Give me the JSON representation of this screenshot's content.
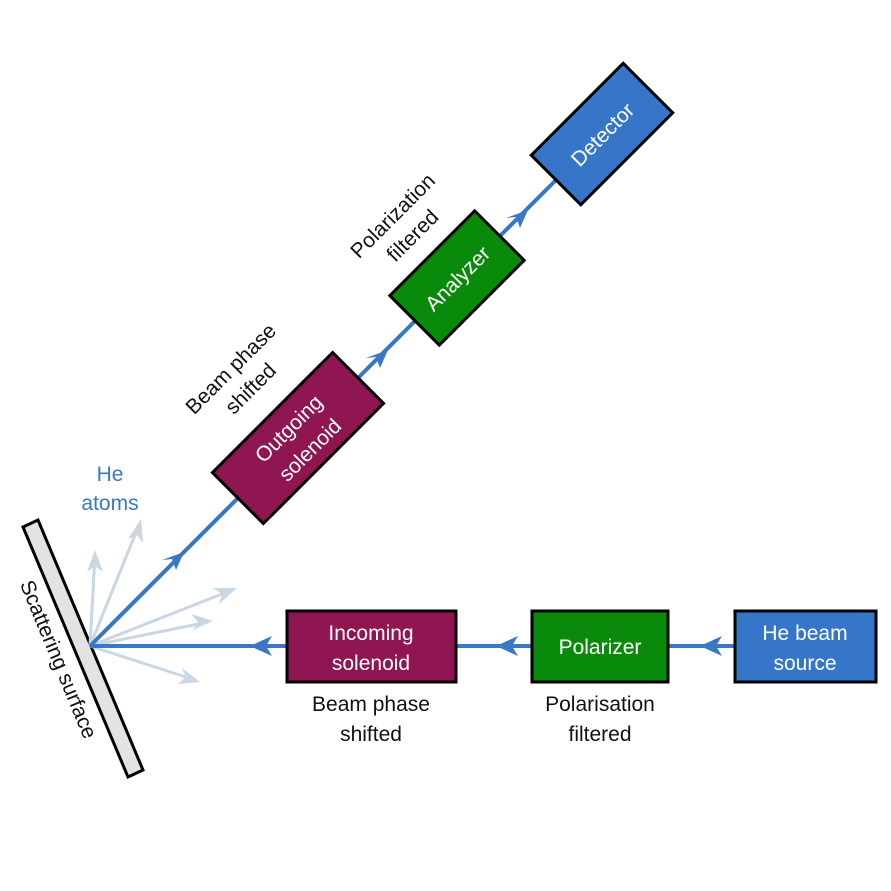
{
  "colors": {
    "beam": "#3a78c4",
    "scatter": "#c9d6e3",
    "solenoid": "#8f1650",
    "polarizer": "#0a8a0a",
    "source": "#3576c9",
    "surface": "#e3e3e3",
    "outline": "#000000"
  },
  "boxes": {
    "he_source": {
      "line1": "He beam",
      "line2": "source"
    },
    "polarizer": {
      "line1": "Polarizer"
    },
    "incoming_solenoid": {
      "line1": "Incoming",
      "line2": "solenoid"
    },
    "outgoing_solenoid": {
      "line1": "Outgoing",
      "line2": "solenoid"
    },
    "analyzer": {
      "line1": "Analyzer"
    },
    "detector": {
      "line1": "Detector"
    }
  },
  "labels": {
    "polarizer_caption": {
      "line1": "Polarisation",
      "line2": "filtered"
    },
    "incoming_caption": {
      "line1": "Beam phase",
      "line2": "shifted"
    },
    "outgoing_caption": {
      "line1": "Beam phase",
      "line2": "shifted"
    },
    "analyzer_caption": {
      "line1": "Polarization",
      "line2": "filtered"
    },
    "he_atoms": {
      "line1": "He",
      "line2": "atoms"
    },
    "surface": "Scattering surface"
  }
}
